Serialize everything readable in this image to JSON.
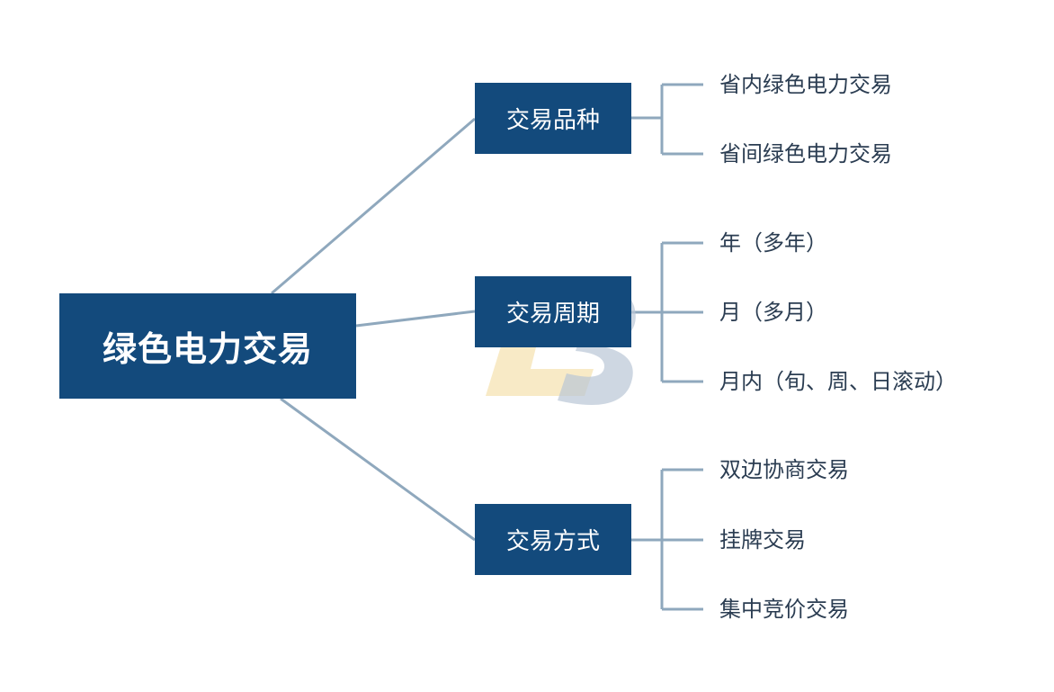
{
  "root": {
    "label": "绿色电力交易"
  },
  "branches": [
    {
      "label": "交易品种",
      "leaves": [
        "省内绿色电力交易",
        "省间绿色电力交易"
      ]
    },
    {
      "label": "交易周期",
      "leaves": [
        "年（多年）",
        "月（多月）",
        "月内（旬、周、日滚动）"
      ]
    },
    {
      "label": "交易方式",
      "leaves": [
        "双边协商交易",
        "挂牌交易",
        "集中竞价交易"
      ]
    }
  ],
  "colors": {
    "box_fill": "#134a7c",
    "connector": "#8fa8bd",
    "leaf_text": "#2b3d52",
    "watermark_blue": "#b9c6d6",
    "watermark_gold": "#f5e3b3"
  }
}
